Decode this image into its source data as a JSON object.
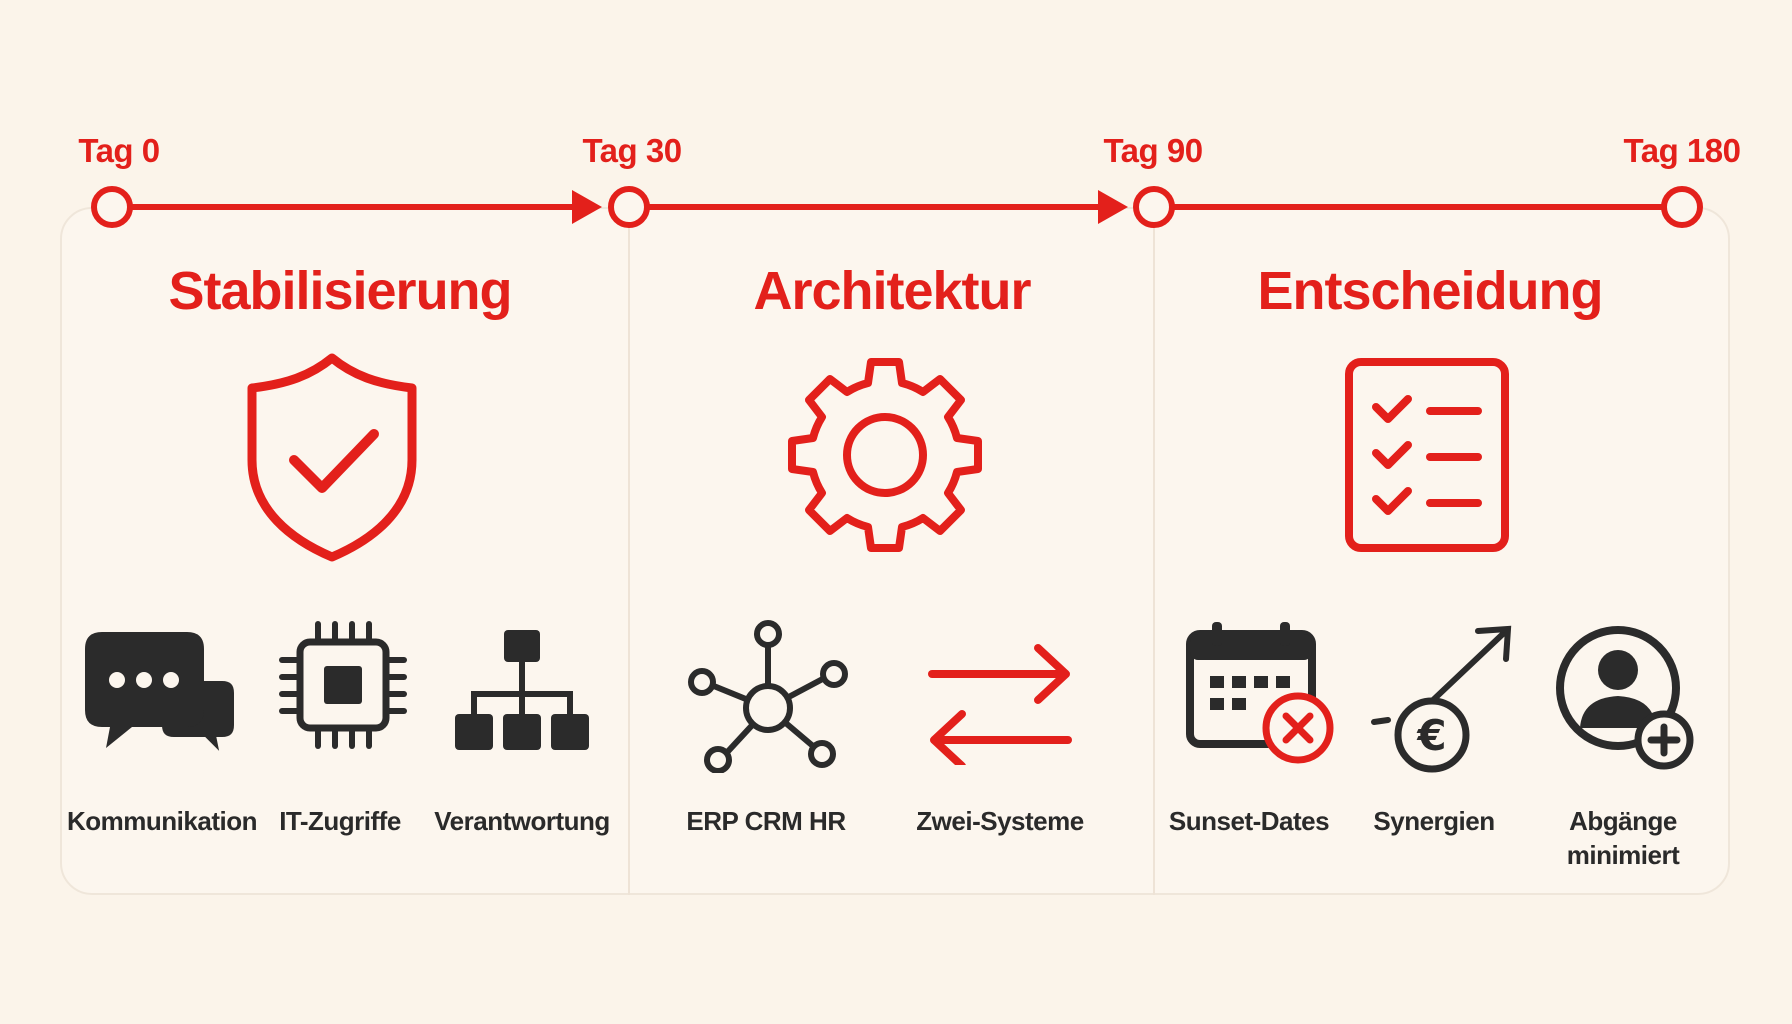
{
  "timeline": {
    "days": [
      "Tag 0",
      "Tag 30",
      "Tag 90",
      "Tag 180"
    ],
    "accent_color": "#e3201b"
  },
  "phases": [
    {
      "title": "Stabilisierung",
      "big_icon": "shield-check-icon",
      "items": [
        {
          "icon": "chat-bubbles-icon",
          "label": "Kommunikation"
        },
        {
          "icon": "chip-icon",
          "label": "IT-Zugriffe"
        },
        {
          "icon": "org-chart-icon",
          "label": "Verantwortung"
        }
      ]
    },
    {
      "title": "Architektur",
      "big_icon": "gear-icon",
      "items": [
        {
          "icon": "network-hub-icon",
          "label": "ERP CRM HR"
        },
        {
          "icon": "swap-arrows-icon",
          "label": "Zwei-Systeme"
        }
      ]
    },
    {
      "title": "Entscheidung",
      "big_icon": "checklist-icon",
      "items": [
        {
          "icon": "calendar-cancel-icon",
          "label": "Sunset-Dates"
        },
        {
          "icon": "euro-growth-icon",
          "label": "Synergien"
        },
        {
          "icon": "user-add-icon",
          "label": "Abgänge\nminimiert"
        }
      ]
    }
  ]
}
